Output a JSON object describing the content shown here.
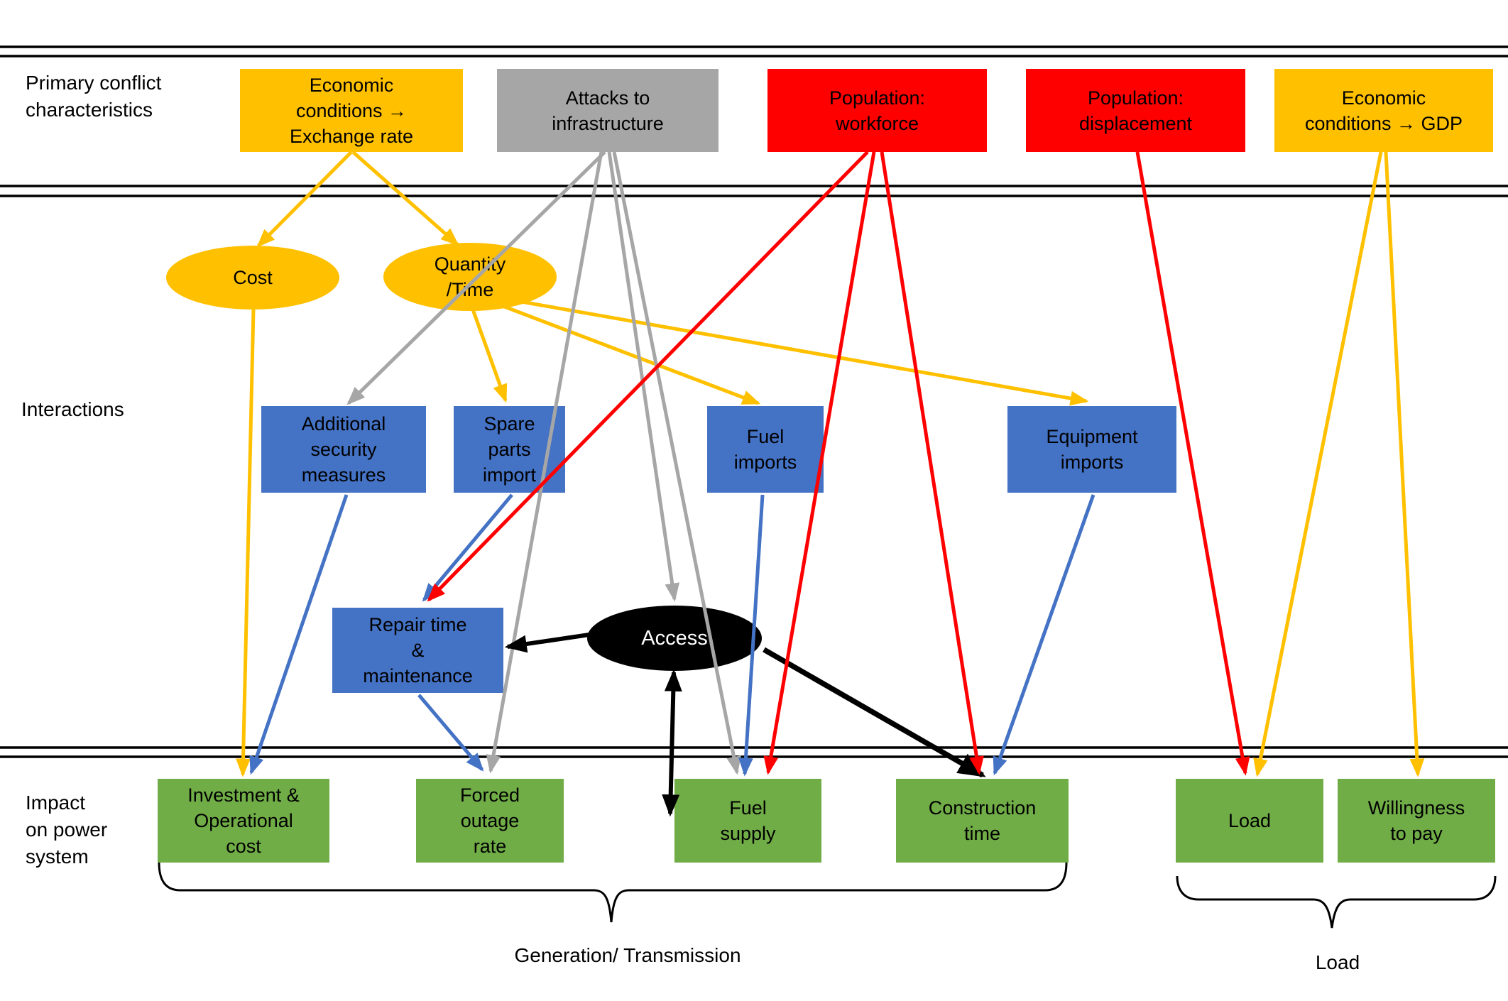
{
  "title": "Conflict impacts on power system diagram",
  "colors": {
    "yellow": "#FFC000",
    "gray": "#A6A6A6",
    "red": "#FF0000",
    "blue": "#4472C4",
    "green": "#70AD47",
    "black": "#000000",
    "background": "#FFFFFF"
  },
  "lanes": {
    "primary": {
      "label": "Primary conflict\ncharacteristics"
    },
    "interactions": {
      "label": "Interactions"
    },
    "impact": {
      "label": "Impact\non power\nsystem"
    }
  },
  "nodes": {
    "economic_exchange": {
      "label": "Economic\nconditions →\nExchange rate",
      "shape": "box",
      "color": "yellow"
    },
    "attacks": {
      "label": "Attacks to\ninfrastructure",
      "shape": "box",
      "color": "gray"
    },
    "workforce": {
      "label": "Population:\nworkforce",
      "shape": "box",
      "color": "red"
    },
    "displacement": {
      "label": "Population:\ndisplacement",
      "shape": "box",
      "color": "red"
    },
    "economic_gdp": {
      "label": "Economic\nconditions → GDP",
      "shape": "box",
      "color": "yellow"
    },
    "cost": {
      "label": "Cost",
      "shape": "ellipse",
      "color": "yellow"
    },
    "quantity_time": {
      "label": "Quantity\n/Time",
      "shape": "ellipse",
      "color": "yellow"
    },
    "additional_security": {
      "label": "Additional\nsecurity\nmeasures",
      "shape": "box",
      "color": "blue"
    },
    "spare_parts": {
      "label": "Spare\nparts\nimport",
      "shape": "box",
      "color": "blue"
    },
    "fuel_imports": {
      "label": "Fuel\nimports",
      "shape": "box",
      "color": "blue"
    },
    "equipment_imports": {
      "label": "Equipment\nimports",
      "shape": "box",
      "color": "blue"
    },
    "repair_time": {
      "label": "Repair time\n&\nmaintenance",
      "shape": "box",
      "color": "blue"
    },
    "access": {
      "label": "Access",
      "shape": "ellipse",
      "color": "black"
    },
    "investment_cost": {
      "label": "Investment &\nOperational\ncost",
      "shape": "box",
      "color": "green"
    },
    "forced_outage": {
      "label": "Forced\noutage\nrate",
      "shape": "box",
      "color": "green"
    },
    "fuel_supply": {
      "label": "Fuel\nsupply",
      "shape": "box",
      "color": "green"
    },
    "construction_time": {
      "label": "Construction\ntime",
      "shape": "box",
      "color": "green"
    },
    "load": {
      "label": "Load",
      "shape": "box",
      "color": "green"
    },
    "willingness": {
      "label": "Willingness\nto pay",
      "shape": "box",
      "color": "green"
    }
  },
  "edges": [
    {
      "from": "economic_exchange",
      "to": "cost",
      "color": "yellow"
    },
    {
      "from": "economic_exchange",
      "to": "quantity_time",
      "color": "yellow"
    },
    {
      "from": "cost",
      "to": "investment_cost",
      "color": "yellow"
    },
    {
      "from": "quantity_time",
      "to": "spare_parts",
      "color": "yellow"
    },
    {
      "from": "quantity_time",
      "to": "fuel_imports",
      "color": "yellow"
    },
    {
      "from": "quantity_time",
      "to": "equipment_imports",
      "color": "yellow"
    },
    {
      "from": "economic_gdp",
      "to": "load",
      "color": "yellow"
    },
    {
      "from": "economic_gdp",
      "to": "willingness",
      "color": "yellow"
    },
    {
      "from": "attacks",
      "to": "additional_security",
      "color": "gray"
    },
    {
      "from": "attacks",
      "to": "forced_outage",
      "color": "gray"
    },
    {
      "from": "attacks",
      "to": "access",
      "color": "gray"
    },
    {
      "from": "attacks",
      "to": "fuel_supply",
      "color": "gray"
    },
    {
      "from": "workforce",
      "to": "repair_time",
      "color": "red"
    },
    {
      "from": "workforce",
      "to": "fuel_supply",
      "color": "red"
    },
    {
      "from": "workforce",
      "to": "construction_time",
      "color": "red"
    },
    {
      "from": "displacement",
      "to": "load",
      "color": "red"
    },
    {
      "from": "additional_security",
      "to": "investment_cost",
      "color": "blue"
    },
    {
      "from": "spare_parts",
      "to": "repair_time",
      "color": "blue"
    },
    {
      "from": "fuel_imports",
      "to": "fuel_supply",
      "color": "blue"
    },
    {
      "from": "equipment_imports",
      "to": "construction_time",
      "color": "blue"
    },
    {
      "from": "repair_time",
      "to": "forced_outage",
      "color": "blue"
    },
    {
      "from": "access",
      "to": "repair_time",
      "color": "black"
    },
    {
      "from": "access",
      "to": "fuel_supply_area",
      "color": "black",
      "double_head": true
    },
    {
      "from": "access",
      "to": "construction_time",
      "color": "black"
    }
  ],
  "braces": {
    "generation_transmission": {
      "label": "Generation/ Transmission"
    },
    "load_group": {
      "label": "Load"
    }
  }
}
